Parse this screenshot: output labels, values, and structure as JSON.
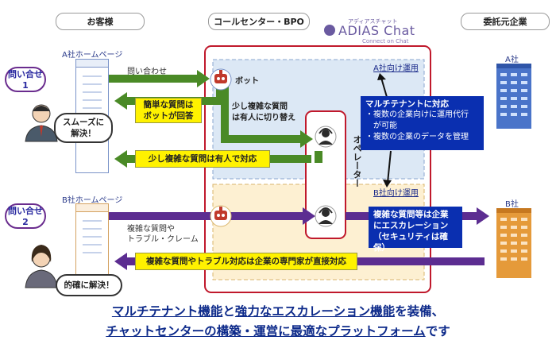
{
  "headers": {
    "customer": "お客様",
    "callcenter": "コールセンター・BPO",
    "client": "委託元企業"
  },
  "logo": {
    "ruby": "アディアスチャット",
    "name": "ADIAS Chat",
    "tagline": "Connect on Chat"
  },
  "inquiry": {
    "one": "問い合せ\n1",
    "two": "問い合せ\n2"
  },
  "homepage": {
    "a": "A社ホームページ",
    "b": "B社ホームページ"
  },
  "ops": {
    "a": "A社向け運用",
    "b": "B社向け運用"
  },
  "companies": {
    "a": "A社",
    "b": "B社"
  },
  "flow": {
    "inquiry_label": "問い合わせ",
    "bot": "ボット",
    "simple_answer": "簡単な質問は\nボットが回答",
    "escalate": "少し複雑な質問\nは有人に切り替え",
    "operator": "オペレーター",
    "complex_answer": "少し複雑な質問は有人で対応",
    "complex_question": "複雑な質問や\nトラブル・クレーム",
    "expert_answer": "複雑な質問やトラブル対応は企業の専門家が直接対応"
  },
  "multitenant": {
    "title": "マルチテナントに対応",
    "items": [
      "・複数の企業向けに運用代行\n　が可能",
      "・複数の企業のデータを管理"
    ]
  },
  "escalation_box": "複雑な質問等は企業\nにエスカレーション\n（セキュリティは確保）",
  "bubbles": {
    "a": "スムーズに\n解決！",
    "b": "的確に解決！"
  },
  "bottom": {
    "l1": {
      "u1": "マルチテナント機能",
      "t1": "と",
      "u2": "強力なエスカレーション機能",
      "t2": "を装備、"
    },
    "l2": {
      "u1": "チャットセンターの構築・運営に最適なプラットフォーム",
      "t1": "です"
    }
  },
  "colors": {
    "green": "#4a8a26",
    "purple": "#5c2d91",
    "navy": "#0a2fb0",
    "red": "#c0192c",
    "yellow": "#fff200"
  }
}
